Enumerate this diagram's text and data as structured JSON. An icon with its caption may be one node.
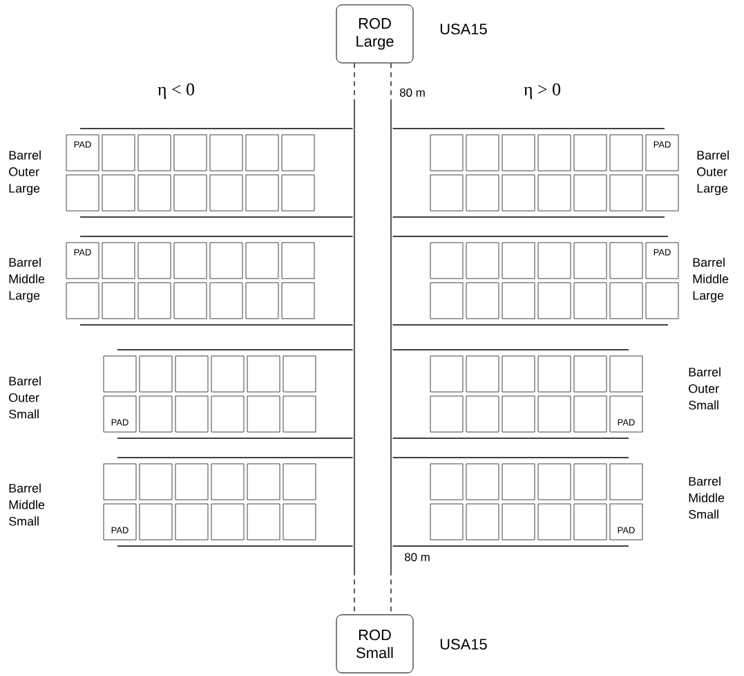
{
  "diagram": {
    "nodes": [
      {
        "text": [
          "ROD Large"
        ]
      },
      {
        "text": [
          "PAD"
        ]
      },
      {
        "text": [],
        "shape": "box"
      },
      {
        "text": [],
        "shape": "box"
      },
      {
        "text": [],
        "shape": "box"
      },
      {
        "text": [],
        "shape": "box"
      },
      {
        "text": [],
        "shape": "box"
      },
      {
        "text": [],
        "shape": "box"
      },
      {
        "text": [],
        "shape": "box"
      },
      {
        "text": [],
        "shape": "box"
      },
      {
        "text": [],
        "shape": "box"
      },
      {
        "text": [],
        "shape": "box"
      },
      {
        "text": [],
        "shape": "box"
      },
      {
        "text": [],
        "shape": "box"
      },
      {
        "text": [
          "PAD"
        ]
      },
      {
        "text": [],
        "shape": "box"
      },
      {
        "text": [],
        "shape": "box"
      },
      {
        "text": [],
        "shape": "box"
      },
      {
        "text": [],
        "shape": "box"
      },
      {
        "text": [],
        "shape": "box"
      },
      {
        "text": [],
        "shape": "box"
      },
      {
        "text": [],
        "shape": "box"
      },
      {
        "text": [],
        "shape": "box"
      },
      {
        "text": [],
        "shape": "box"
      },
      {
        "text": [],
        "shape": "box"
      },
      {
        "text": [],
        "shape": "box"
      },
      {
        "text": [],
        "shape": "box"
      },
      {
        "text": [],
        "shape": "box"
      },
      {
        "text": [],
        "shape": "box"
      },
      {
        "text": [
          "PAD"
        ]
      },
      {
        "text": [],
        "shape": "box"
      },
      {
        "text": [],
        "shape": "box"
      },
      {
        "text": [],
        "shape": "box"
      },
      {
        "text": [],
        "shape": "box"
      },
      {
        "text": [],
        "shape": "box"
      },
      {
        "text": [],
        "shape": "box"
      },
      {
        "text": [],
        "shape": "box"
      },
      {
        "text": [],
        "shape": "box"
      },
      {
        "text": [],
        "shape": "box"
      },
      {
        "text": [],
        "shape": "box"
      },
      {
        "text": [],
        "shape": "box"
      },
      {
        "text": [],
        "shape": "box"
      },
      {
        "text": [
          "PAD"
        ]
      },
      {
        "text": [],
        "shape": "box"
      },
      {
        "text": [],
        "shape": "box"
      },
      {
        "text": [],
        "shape": "box"
      },
      {
        "text": [],
        "shape": "box"
      },
      {
        "text": [],
        "shape": "box"
      },
      {
        "text": [],
        "shape": "box"
      },
      {
        "text": [],
        "shape": "box"
      },
      {
        "text": [],
        "shape": "box"
      },
      {
        "text": [],
        "shape": "box"
      },
      {
        "text": [],
        "shape": "box"
      },
      {
        "text": [],
        "shape": "box"
      },
      {
        "text": [],
        "shape": "box"
      },
      {
        "text": [],
        "shape": "box"
      },
      {
        "text": [],
        "shape": "box"
      },
      {
        "text": [],
        "shape": "box"
      },
      {
        "text": [],
        "shape": "box"
      },
      {
        "text": [],
        "shape": "box"
      },
      {
        "text": [],
        "shape": "box"
      },
      {
        "text": [],
        "shape": "box"
      },
      {
        "text": [],
        "shape": "box"
      },
      {
        "text": [],
        "shape": "box"
      },
      {
        "text": [],
        "shape": "box"
      },
      {
        "text": [],
        "shape": "box"
      },
      {
        "text": [],
        "shape": "box"
      },
      {
        "text": [],
        "shape": "box"
      },
      {
        "text": [],
        "shape": "box"
      },
      {
        "text": [
          "PAD"
        ]
      },
      {
        "text": [],
        "shape": "box"
      },
      {
        "text": [],
        "shape": "box"
      },
      {
        "text": [],
        "shape": "box"
      },
      {
        "text": [],
        "shape": "box"
      },
      {
        "text": [],
        "shape": "box"
      },
      {
        "text": [],
        "shape": "box"
      },
      {
        "text": [],
        "shape": "box"
      },
      {
        "text": [],
        "shape": "box"
      },
      {
        "text": [],
        "shape": "box"
      },
      {
        "text": [],
        "shape": "box"
      },
      {
        "text": [
          "PAD"
        ]
      },
      {
        "text": [],
        "shape": "box"
      },
      {
        "text": [],
        "shape": "box"
      },
      {
        "text": [],
        "shape": "box"
      },
      {
        "text": [],
        "shape": "box"
      },
      {
        "text": [],
        "shape": "box"
      },
      {
        "text": [],
        "shape": "box"
      },
      {
        "text": [],
        "shape": "box"
      },
      {
        "text": [],
        "shape": "box"
      },
      {
        "text": [],
        "shape": "box"
      },
      {
        "text": [],
        "shape": "box"
      },
      {
        "text": [],
        "shape": "box"
      },
      {
        "text": [],
        "shape": "box"
      },
      {
        "text": [
          "PAD"
        ]
      },
      {
        "text": [],
        "shape": "box"
      },
      {
        "text": [],
        "shape": "box"
      },
      {
        "text": [],
        "shape": "box"
      },
      {
        "text": [],
        "shape": "box"
      },
      {
        "text": [],
        "shape": "box"
      },
      {
        "text": [],
        "shape": "box"
      },
      {
        "text": [],
        "shape": "box"
      },
      {
        "text": [],
        "shape": "box"
      },
      {
        "text": [],
        "shape": "box"
      },
      {
        "text": [],
        "shape": "box"
      },
      {
        "text": [
          "PAD"
        ]
      },
      {
        "text": [
          "ROD Small"
        ]
      }
    ],
    "edges": [
      {
        "from": 0,
        "to": 105,
        "arrow": "none"
      },
      {
        "from": 0,
        "to": 105,
        "arrow": "none"
      }
    ],
    "labels": [
      "USA15",
      "η < 0",
      "80 m",
      "η > 0",
      "Barrel Outer Large",
      "Barrel Outer Large",
      "Barrel Middle Large",
      "Barrel Middle Large",
      "Barrel Outer Small",
      "Barrel Outer Small",
      "Barrel Middle Small",
      "Barrel Middle Small",
      "80 m",
      "USA15"
    ]
  }
}
